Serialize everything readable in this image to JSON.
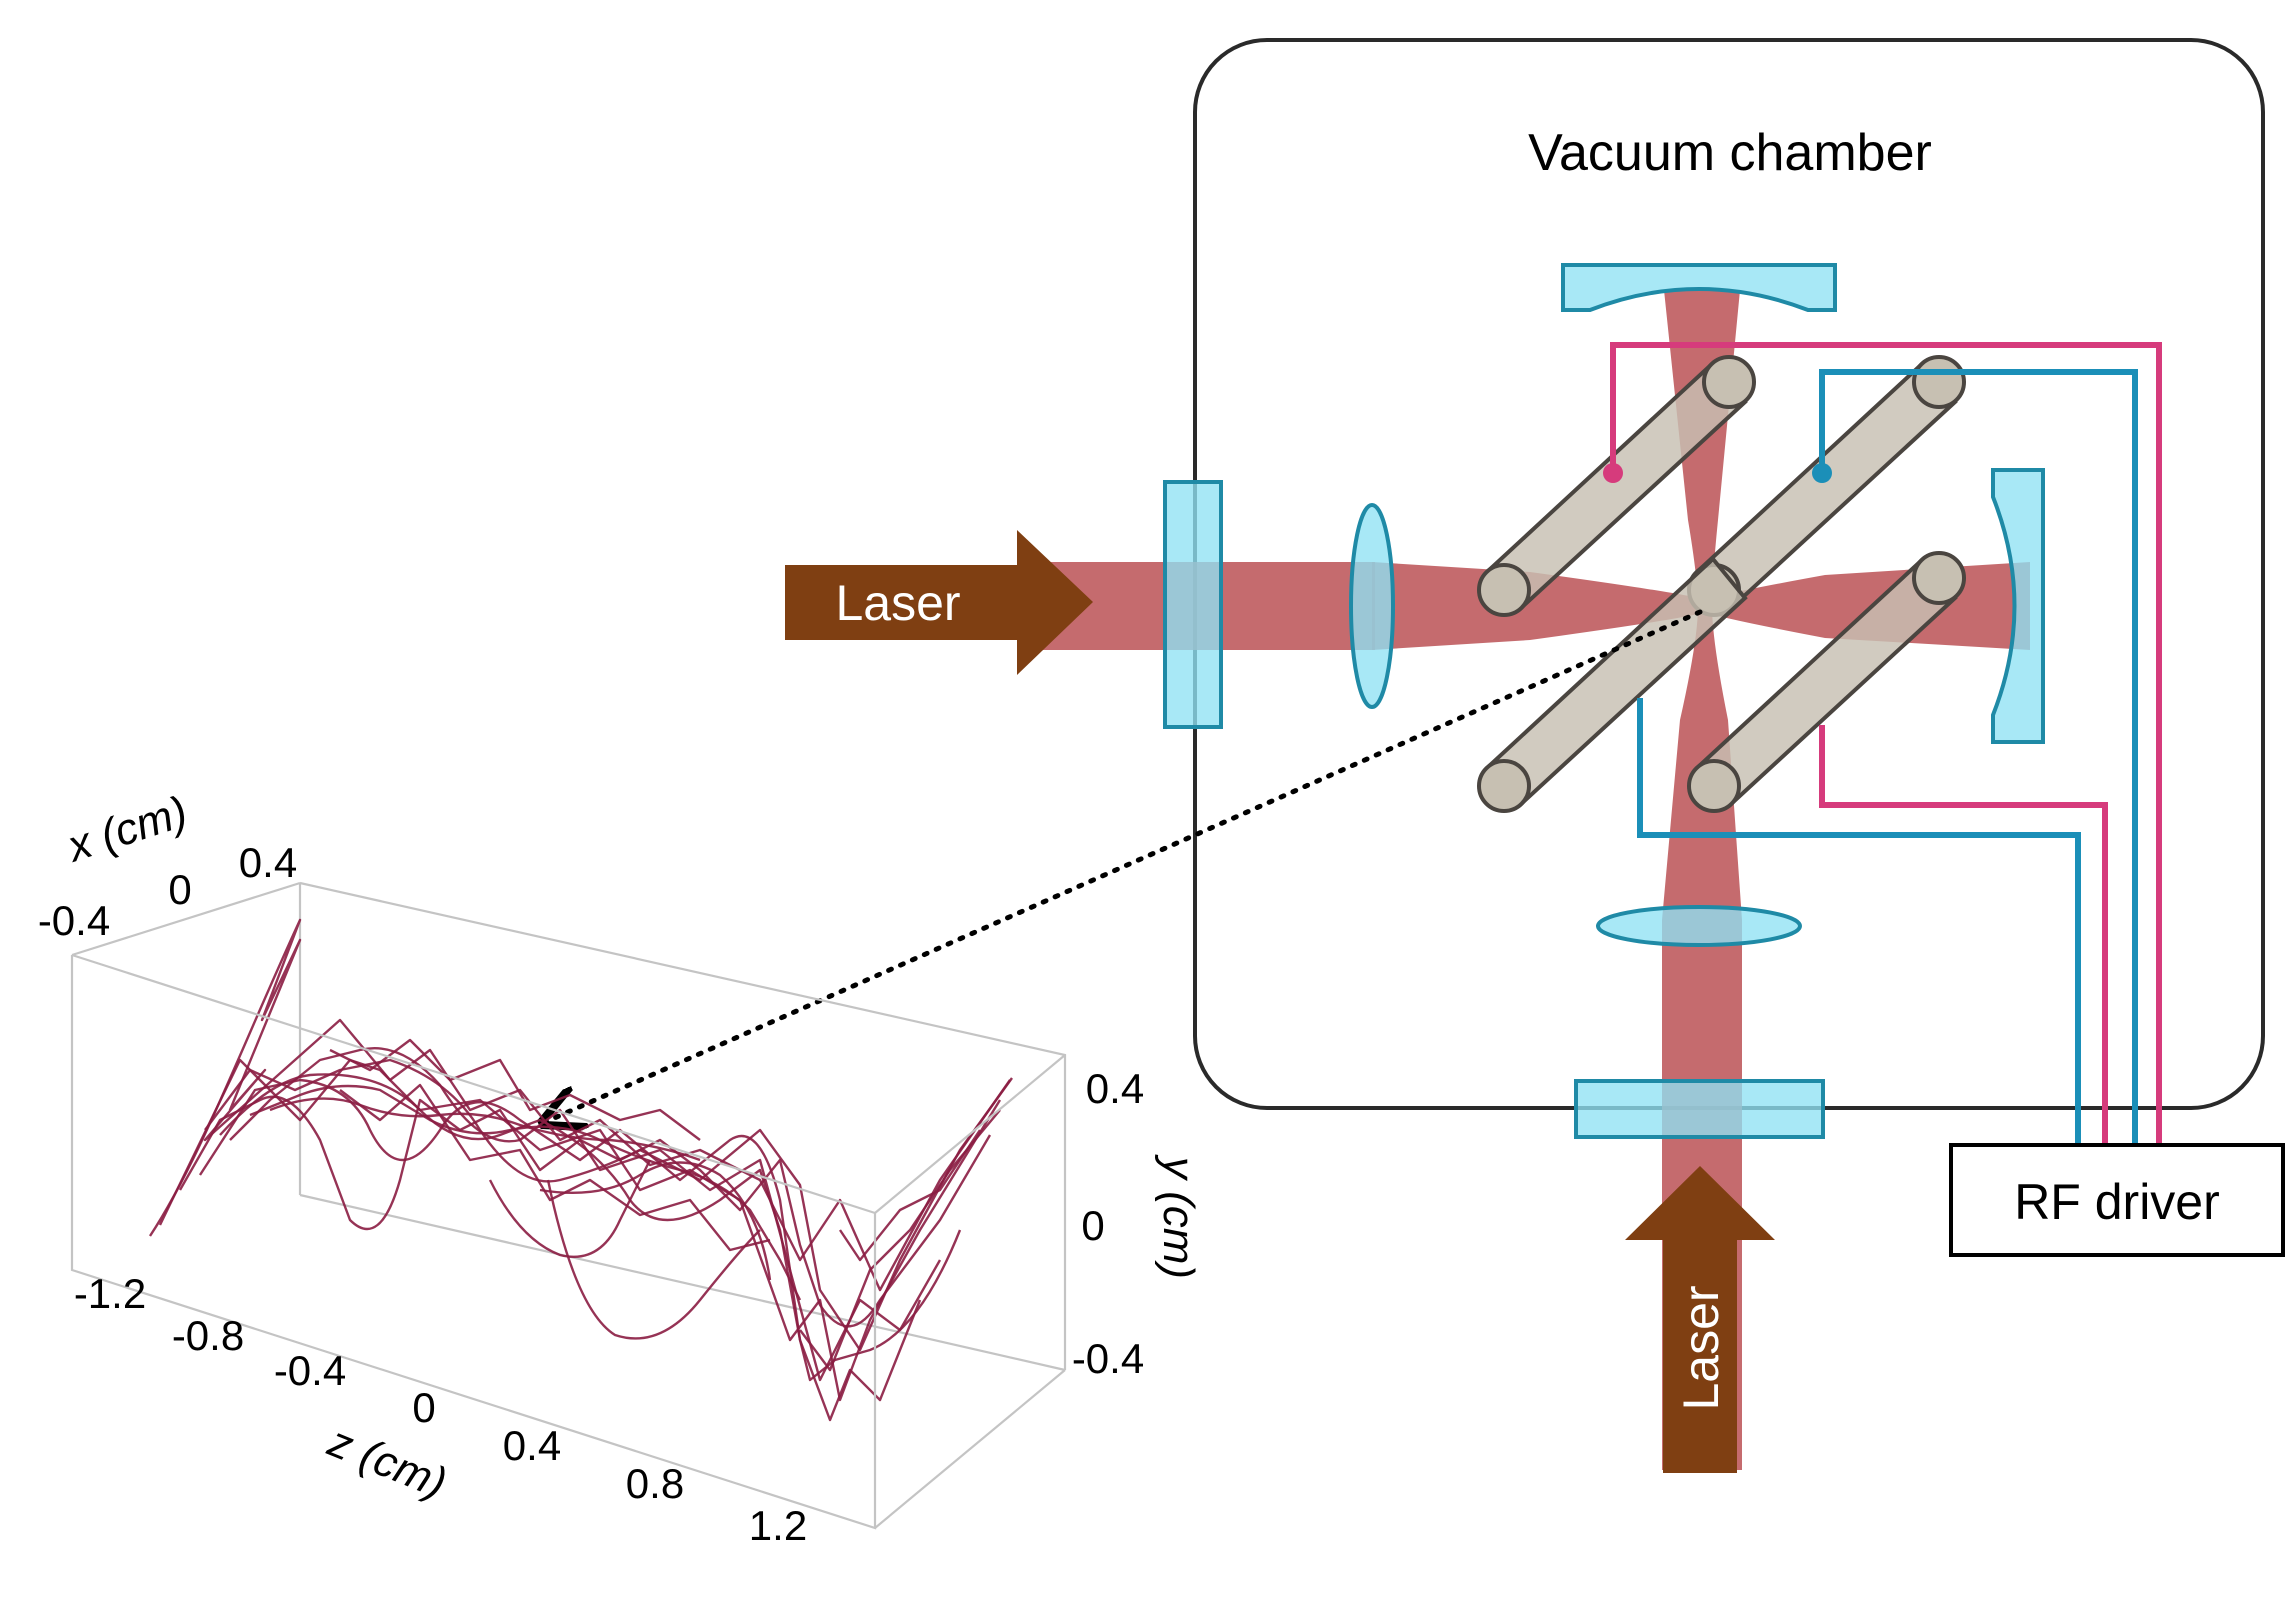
{
  "chamber": {
    "label": "Vacuum chamber"
  },
  "lasers": {
    "horizontal_label": "Laser",
    "vertical_label": "Laser"
  },
  "rf_driver": {
    "label": "RF driver"
  },
  "colors": {
    "laser_arrow": "#7f3f12",
    "beam": "#b84a4e",
    "optics": "#8fe1f3",
    "rods": "#c7c0b2",
    "wire_pink": "#d63b7c",
    "wire_blue": "#1b8fb8",
    "trajectory": "#8b1d42"
  },
  "plot3d": {
    "x_axis": {
      "label": "x (cm)",
      "ticks": [
        "-0.4",
        "0",
        "0.4"
      ]
    },
    "y_axis": {
      "label": "y (cm)",
      "ticks": [
        "0.4",
        "0",
        "-0.4"
      ]
    },
    "z_axis": {
      "label": "z (cm)",
      "ticks": [
        "-1.2",
        "-0.8",
        "-0.4",
        "0",
        "0.4",
        "0.8",
        "1.2"
      ]
    }
  }
}
